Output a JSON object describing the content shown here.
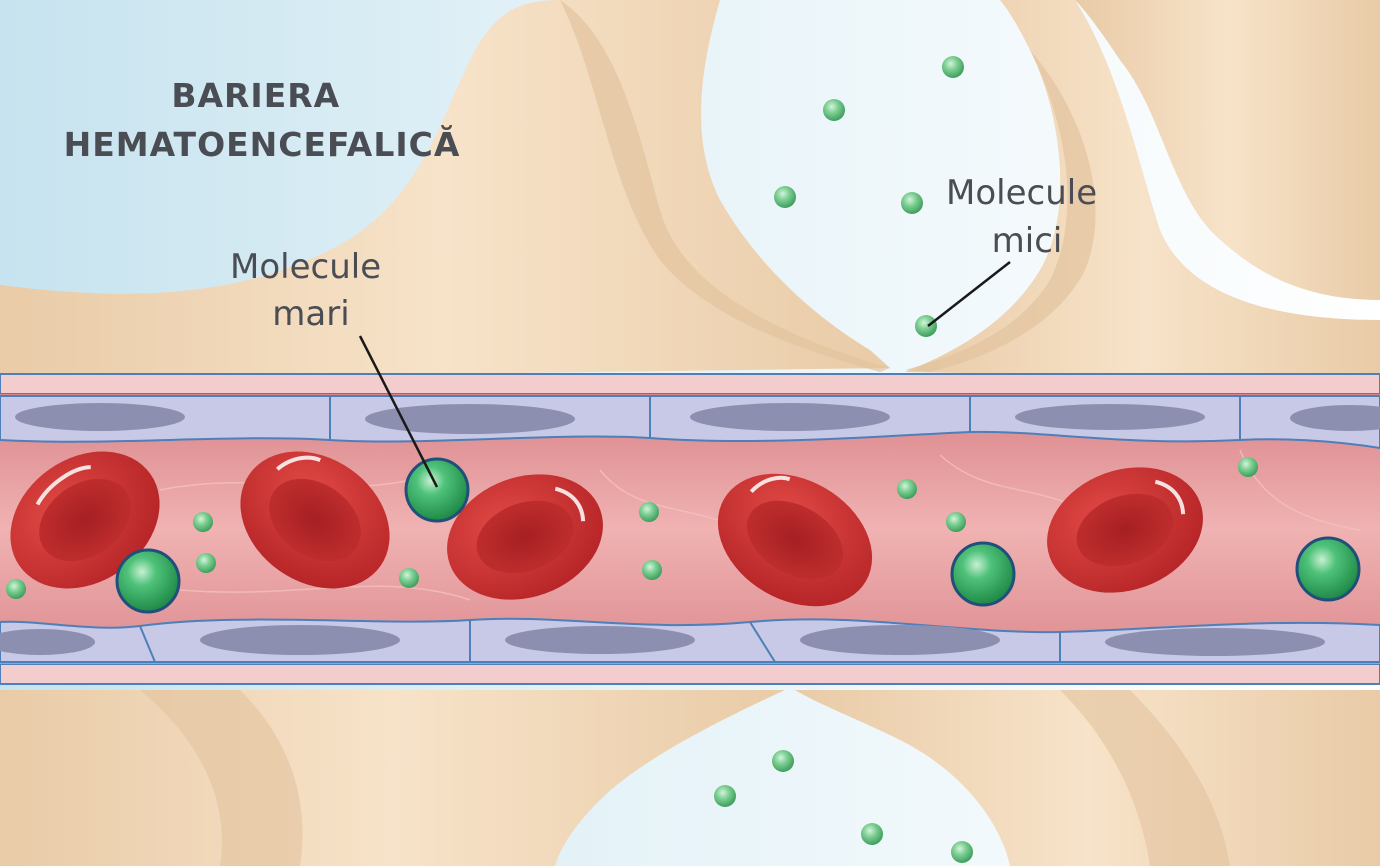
{
  "diagram": {
    "title_lines": [
      "BARIERA",
      "HEMATOENCEFALICĂ"
    ],
    "labels": {
      "large_molecules": [
        "Molecule",
        "mari"
      ],
      "small_molecules": [
        "Molecule",
        "mici"
      ]
    },
    "colors": {
      "background_blue": "#cfe8f2",
      "astrocyte": "#f3dcc0",
      "astrocyte_shadow": "#e2c39d",
      "vessel_wall": "#f1c7c7",
      "endothelium": "#c9c9e6",
      "nucleus": "#8d8fb0",
      "lumen": "#e7999c",
      "red_cell": "#cc3232",
      "molecule_green": "#2fa35a",
      "outline_blue": "#4d7fb8",
      "text": "#4a4d54"
    }
  }
}
